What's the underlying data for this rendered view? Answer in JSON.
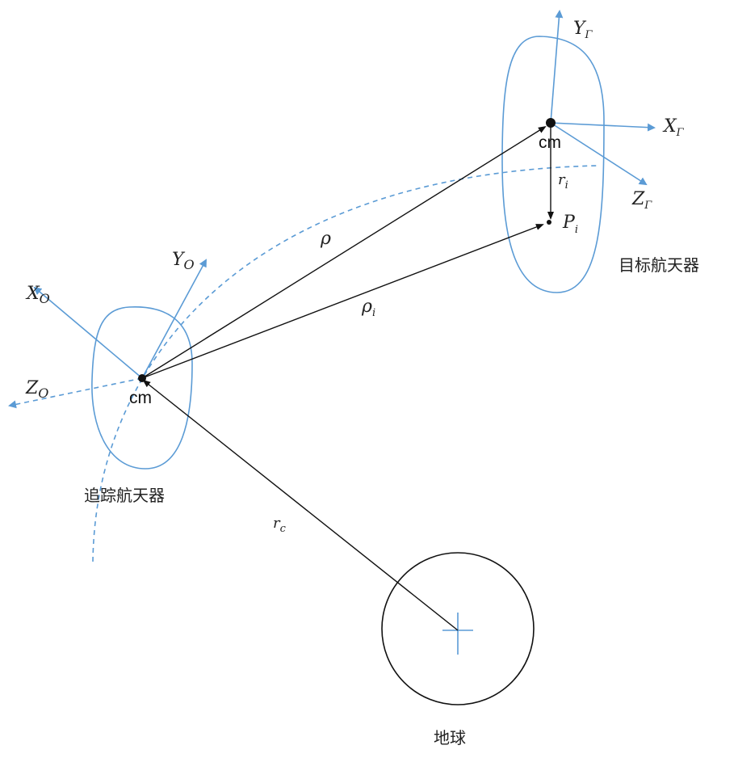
{
  "colors": {
    "axis": "#5b9bd5",
    "vector": "#111111"
  },
  "labels": {
    "chaser_name": "追踪航天器",
    "target_name": "目标航天器",
    "earth_name": "地球",
    "cm_chaser": "cm",
    "cm_target": "cm",
    "rho": "ρ",
    "rho_i": {
      "main": "ρ",
      "sub": "i"
    },
    "r_c": {
      "main": "r",
      "sub": "c"
    },
    "r_i": {
      "main": "r",
      "sub": "i"
    },
    "P_i": {
      "main": "P",
      "sub": "i"
    },
    "X_O": {
      "main": "X",
      "sub": "O"
    },
    "Y_O": {
      "main": "Y",
      "sub": "O"
    },
    "Z_O": {
      "main": "Z",
      "sub": "O"
    },
    "X_T": {
      "main": "X",
      "sub": "Γ"
    },
    "Y_T": {
      "main": "Y",
      "sub": "Γ"
    },
    "Z_T": {
      "main": "Z",
      "sub": "Γ"
    }
  }
}
